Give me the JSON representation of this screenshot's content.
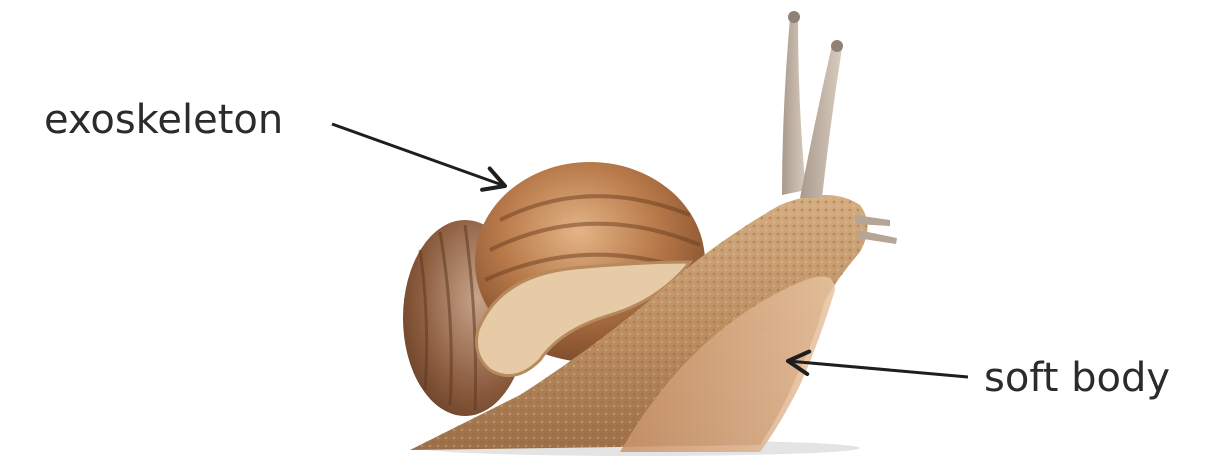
{
  "labels": {
    "exoskeleton": "exoskeleton",
    "soft_body": "soft body"
  },
  "colors": {
    "label_text": "#2b2b2b",
    "arrow": "#1e1e1e",
    "shell_dark": "#7a4a2a",
    "shell_light": "#d9a77a",
    "body": "#c9a27a",
    "background": "#ffffff"
  },
  "illustration": {
    "subject": "snail-photo"
  }
}
